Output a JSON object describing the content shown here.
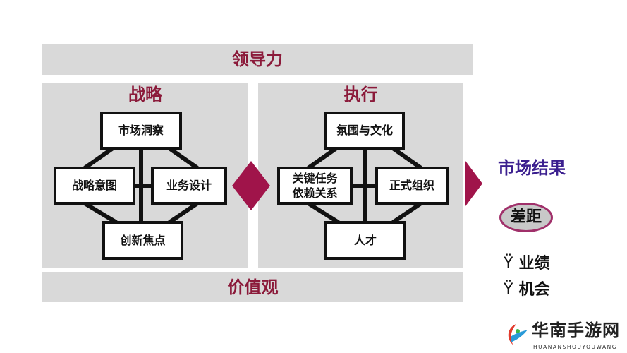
{
  "top_bar": {
    "label": "领导力"
  },
  "bottom_bar": {
    "label": "价值观"
  },
  "strategy": {
    "title": "战略",
    "boxes": [
      "市场洞察",
      "战略意图",
      "业务设计",
      "创新焦点"
    ]
  },
  "execution": {
    "title": "执行",
    "boxes": [
      "氛围与文化",
      "关键任务\n依赖关系",
      "正式组织",
      "人才"
    ]
  },
  "result": {
    "title": "市场结果",
    "gap": "差距",
    "bullets": [
      {
        "marker": "Ÿ",
        "text": "业绩"
      },
      {
        "marker": "Ÿ",
        "text": "机会"
      }
    ]
  },
  "logo": {
    "name": "华南手游网",
    "sub": "HUANANSHOUYOUWANG"
  },
  "colors": {
    "accent": "#a0144a",
    "title": "#8b1a3a",
    "result": "#3b1f8f",
    "panel": "#d9d9d9"
  }
}
